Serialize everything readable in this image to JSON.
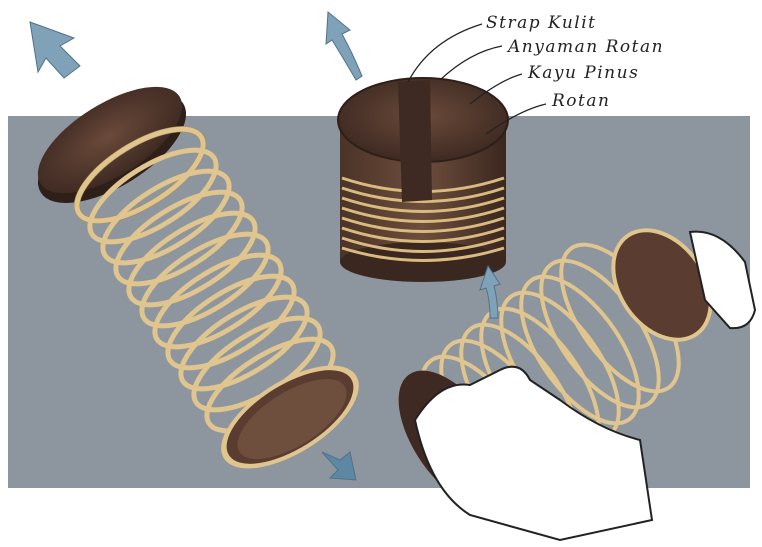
{
  "labels": [
    {
      "text": "Strap Kulit"
    },
    {
      "text": "Anyaman Rotan"
    },
    {
      "text": "Kayu Pinus"
    },
    {
      "text": "Rotan"
    }
  ],
  "colors": {
    "background_panel": "#8d959e",
    "wood_dark": "#3e2a22",
    "wood_mid": "#5a3d30",
    "rattan": "#e0c58e",
    "rattan_shadow": "#a98a55",
    "arrow": "#7fa2b8",
    "arrow_dark": "#4f7389",
    "hand": "#ffffff",
    "hand_outline": "#222222"
  },
  "icons": [
    "expand-arrow-icon",
    "rotate-arrow-icon",
    "compress-arrow-icon",
    "hand-icon"
  ]
}
